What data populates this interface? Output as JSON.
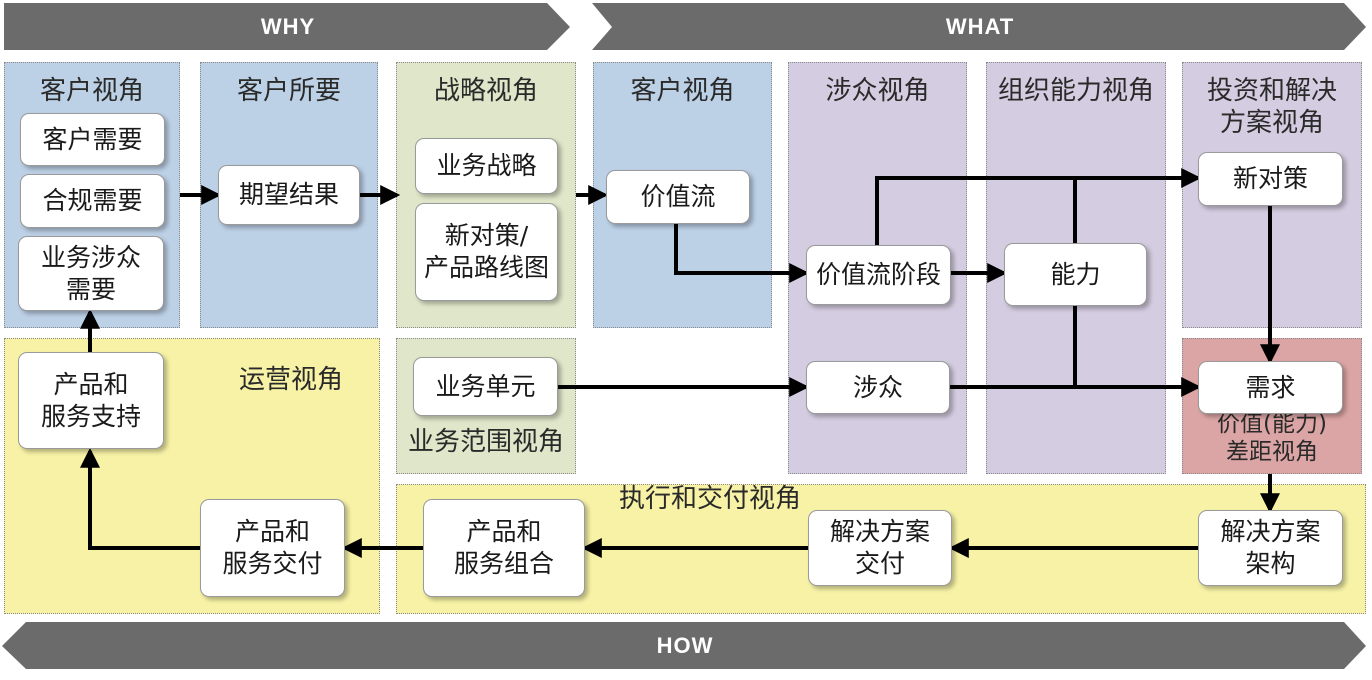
{
  "banners": {
    "why": "WHY",
    "what": "WHAT",
    "how": "HOW"
  },
  "zones": {
    "customer_view_1": "客户视角",
    "customer_wants": "客户所要",
    "strategy_view": "战略视角",
    "customer_view_2": "客户视角",
    "stakeholder_view": "涉众视角",
    "org_capability_view": "组织能力视角",
    "investment_view": "投资和解决\n方案视角",
    "operations_view": "运营视角",
    "business_scope_view": "业务范围视角",
    "value_gap_view": "价值(能力)\n差距视角",
    "execution_view": "执行和交付视角"
  },
  "boxes": {
    "customer_needs": "客户需要",
    "compliance_needs": "合规需要",
    "stakeholder_needs": "业务涉众\n需要",
    "expected_outcome": "期望结果",
    "business_strategy": "业务战略",
    "new_initiative_roadmap": "新对策/\n产品路线图",
    "value_stream": "价值流",
    "value_stream_stage": "价值流阶段",
    "capability": "能力",
    "new_initiative": "新对策",
    "stakeholders": "涉众",
    "requirements": "需求",
    "business_unit": "业务单元",
    "product_service_support": "产品和\n服务支持",
    "product_service_delivery": "产品和\n服务交付",
    "product_service_portfolio": "产品和\n服务组合",
    "solution_delivery": "解决方案\n交付",
    "solution_architecture": "解决方案\n架构"
  },
  "colors": {
    "banner": "#6b6b6b",
    "zone_blue": "#bcd0e6",
    "zone_green": "#dfe6c9",
    "zone_purple": "#d4cce0",
    "zone_yellow": "#f7f2a6",
    "zone_red": "#dca5a5",
    "arrow": "#000000"
  }
}
